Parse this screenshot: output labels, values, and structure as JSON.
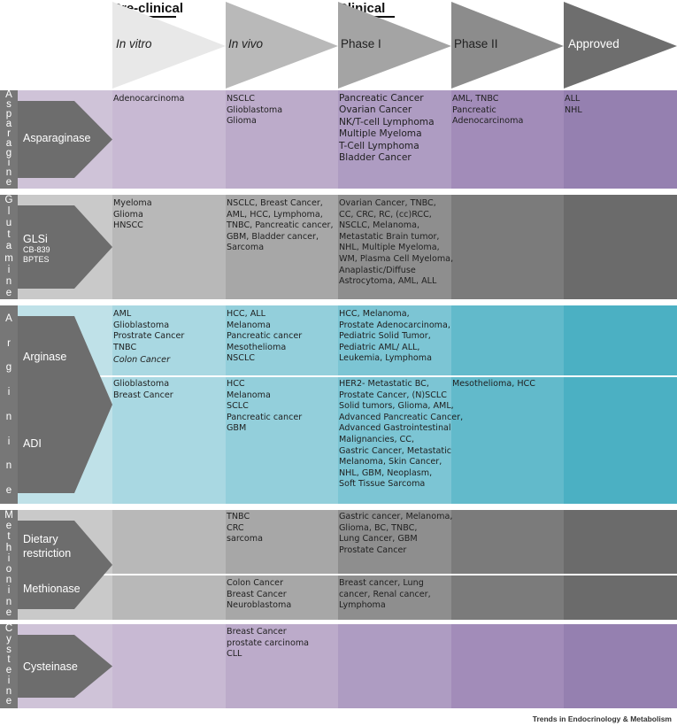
{
  "header": {
    "preclinical": "Pre-clinical",
    "clinical": "Clinical",
    "phases": [
      "In vitro",
      "In vivo",
      "Phase I",
      "Phase II",
      "Approved"
    ]
  },
  "colors": {
    "asparagine": [
      "#d6cadb",
      "#cfc1d7",
      "#c4b3ce",
      "#b7a4c5",
      "#a793bc",
      "#9a83b3"
    ],
    "glutamine": [
      "#cccccc",
      "#b8b8b8",
      "#a6a6a6",
      "#929292",
      "#7e7e7e",
      "#6d6d6d"
    ],
    "arginine": [
      "#cde7ed",
      "#b2dde5",
      "#9ad2de",
      "#7fc6d5",
      "#63bbcc",
      "#46b0c4"
    ],
    "arrow": "#6f6f6f",
    "sidebar": "#757575"
  },
  "groups": [
    {
      "amino": "Asparagine",
      "enzymes": [
        {
          "name": "Asparaginase",
          "sub": "",
          "cells": [
            "Adenocarcinoma",
            "NSCLC\nGlioblastoma\nGlioma",
            "Pancreatic Cancer\nOvarian Cancer\nNK/T-cell Lymphoma\nMultiple Myeloma\nT-Cell Lymphoma\nBladder Cancer",
            "AML, TNBC\nPancreatic\nAdenocarcinoma",
            "ALL\nNHL"
          ]
        }
      ]
    },
    {
      "amino": "Glutamine",
      "enzymes": [
        {
          "name": "GLSi",
          "sub": "CB-839\nBPTES",
          "cells": [
            "Myeloma\nGlioma\nHNSCC",
            "NSCLC, Breast Cancer,\nAML, HCC, Lymphoma,\nTNBC, Pancreatic cancer,\nGBM, Bladder cancer,\nSarcoma",
            "Ovarian Cancer, TNBC,\nCC, CRC, RC, (cc)RCC,\nNSCLC, Melanoma,\nMetastatic Brain tumor,\nNHL, Multiple Myeloma,\nWM, Plasma Cell Myeloma,\nAnaplastic/Diffuse\nAstrocytoma, AML, ALL",
            "",
            ""
          ]
        }
      ]
    },
    {
      "amino": "Arginine",
      "enzymes": [
        {
          "name": "Arginase",
          "sub": "",
          "cells": [
            "AML\nGlioblastoma\nProstrate Cancer\nTNBC",
            "HCC, ALL\nMelanoma\nPancreatic cancer\nMesothelioma\nNSCLC",
            "HCC, Melanoma,\nProstate Adenocarcinoma,\nPediatric Solid Tumor,\nPediatric AML/ ALL,\nLeukemia, Lymphoma",
            "",
            ""
          ],
          "italic_extra": "Colon Cancer"
        },
        {
          "name": "ADI",
          "sub": "",
          "cells": [
            "Glioblastoma\nBreast Cancer",
            "HCC\nMelanoma\nSCLC\nPancreatic cancer\nGBM",
            "HER2- Metastatic BC,\nProstate Cancer,  (N)SCLC\nSolid tumors, Glioma, AML,\nAdvanced Pancreatic Cancer,\nAdvanced Gastrointestinal\nMalignancies, CC,\nGastric Cancer, Metastatic\nMelanoma, Skin Cancer,\nNHL, GBM, Neoplasm,\nSoft Tissue Sarcoma",
            "Mesothelioma, HCC",
            ""
          ]
        }
      ]
    },
    {
      "amino": "Methionine",
      "enzymes": [
        {
          "name": "Dietary\nrestriction",
          "sub": "",
          "cells": [
            "",
            "TNBC\nCRC\nsarcoma",
            "Gastric cancer, Melanoma,\nGlioma, BC, TNBC,\nLung Cancer, GBM\nProstate Cancer",
            "",
            ""
          ]
        },
        {
          "name": "Methionase",
          "sub": "",
          "cells": [
            "",
            "Colon Cancer\nBreast Cancer\nNeuroblastoma",
            "Breast cancer, Lung\ncancer, Renal cancer,\nLymphoma",
            "",
            ""
          ]
        }
      ]
    },
    {
      "amino": "Cysteine",
      "enzymes": [
        {
          "name": "Cysteinase",
          "sub": "",
          "cells": [
            "",
            "Breast Cancer\nprostate carcinoma\nCLL",
            "",
            "",
            ""
          ]
        }
      ]
    }
  ],
  "credit": "Trends in Endocrinology & Metabolism"
}
